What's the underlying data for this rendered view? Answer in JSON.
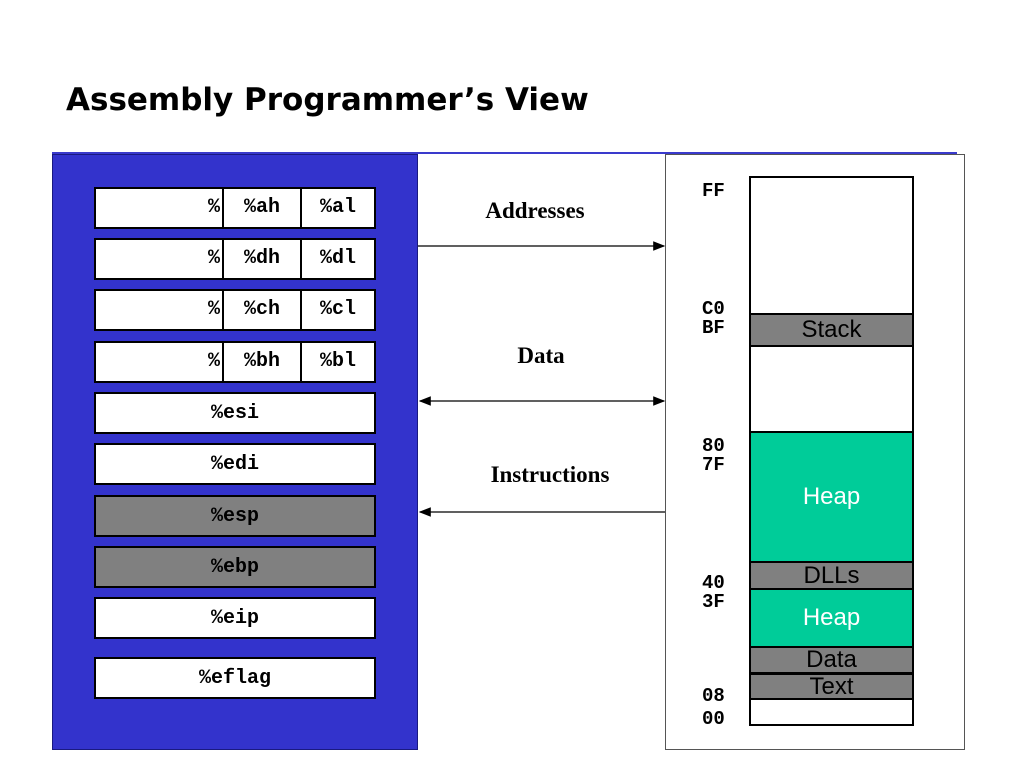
{
  "title": "Assembly Programmer’s View",
  "registers": {
    "eax": {
      "prefix": "%",
      "hi": "%ah",
      "lo": "%al"
    },
    "edx": {
      "prefix": "%",
      "hi": "%dh",
      "lo": "%dl"
    },
    "ecx": {
      "prefix": "%",
      "hi": "%ch",
      "lo": "%cl"
    },
    "ebx": {
      "prefix": "%",
      "hi": "%bh",
      "lo": "%bl"
    },
    "esi": "%esi",
    "edi": "%edi",
    "esp": "%esp",
    "ebp": "%ebp",
    "eip": "%eip",
    "eflag": "%eflag"
  },
  "arrows": {
    "addresses": "Addresses",
    "data": "Data",
    "instructions": "Instructions"
  },
  "memory": {
    "addresses": {
      "ff": "FF",
      "c0": "C0",
      "bf": "BF",
      "x80": "80",
      "x7f": "7F",
      "x40": "40",
      "x3f": "3F",
      "x08": "08",
      "x00": "00"
    },
    "segments": {
      "stack": "Stack",
      "heap_upper": "Heap",
      "dlls": "DLLs",
      "heap_lower": "Heap",
      "data": "Data",
      "text": "Text"
    }
  },
  "colors": {
    "cpu_panel": "#3333cc",
    "gray_segment": "#808080",
    "heap": "#00cc99"
  }
}
